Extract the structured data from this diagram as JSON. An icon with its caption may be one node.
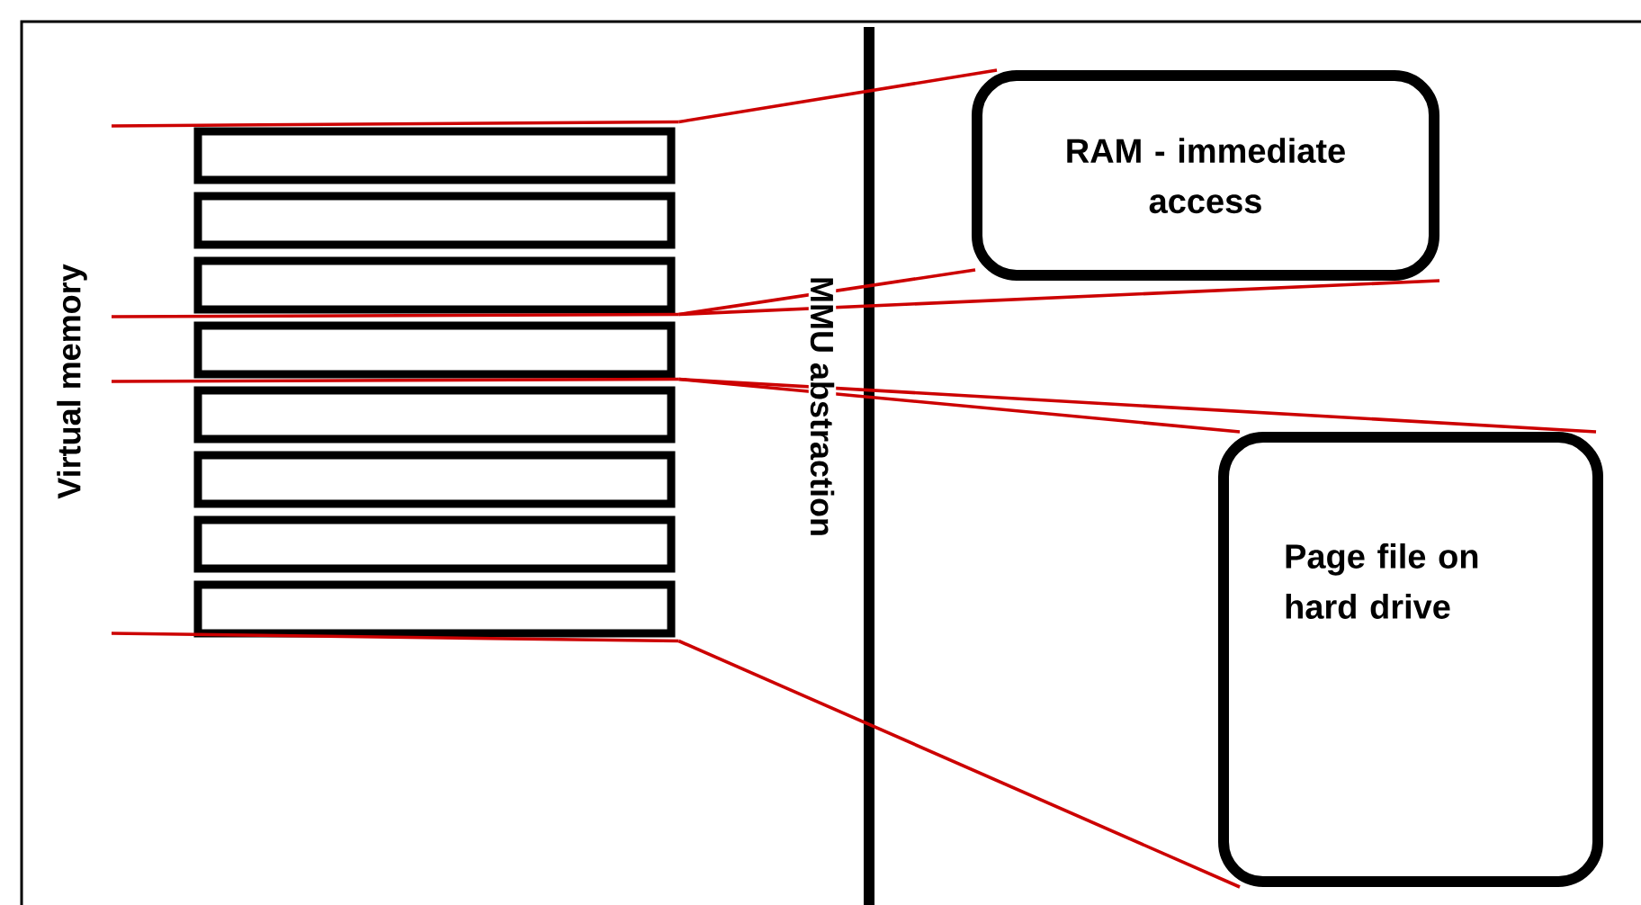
{
  "diagram": {
    "nodes": [
      {
        "text": [],
        "shape": "box"
      },
      {
        "text": [],
        "shape": "box"
      },
      {
        "text": [],
        "shape": "box"
      },
      {
        "text": [],
        "shape": "box"
      },
      {
        "text": [],
        "shape": "box"
      },
      {
        "text": [],
        "shape": "box"
      },
      {
        "text": [],
        "shape": "box"
      },
      {
        "text": [],
        "shape": "box"
      },
      {
        "text": [
          "RAM - immediate access"
        ]
      },
      {
        "text": [
          "Page file on hard drive"
        ]
      }
    ],
    "edges": [
      {
        "from": 0,
        "to": 8,
        "arrow": "none"
      },
      {
        "from": 3,
        "to": 8,
        "arrow": "none"
      },
      {
        "from": 3,
        "to": 8,
        "arrow": "none"
      },
      {
        "from": 4,
        "to": 9,
        "arrow": "none"
      },
      {
        "from": 4,
        "to": 9,
        "arrow": "none"
      },
      {
        "from": 7,
        "to": 9,
        "arrow": "none"
      },
      {
        "from": null,
        "to": 0,
        "arrow": "none"
      },
      {
        "from": null,
        "to": 3,
        "arrow": "none"
      },
      {
        "from": null,
        "to": 4,
        "arrow": "none"
      },
      {
        "from": null,
        "to": 7,
        "arrow": "none"
      }
    ],
    "labels": [
      "Virtual memory",
      "MMU abstraction"
    ]
  }
}
